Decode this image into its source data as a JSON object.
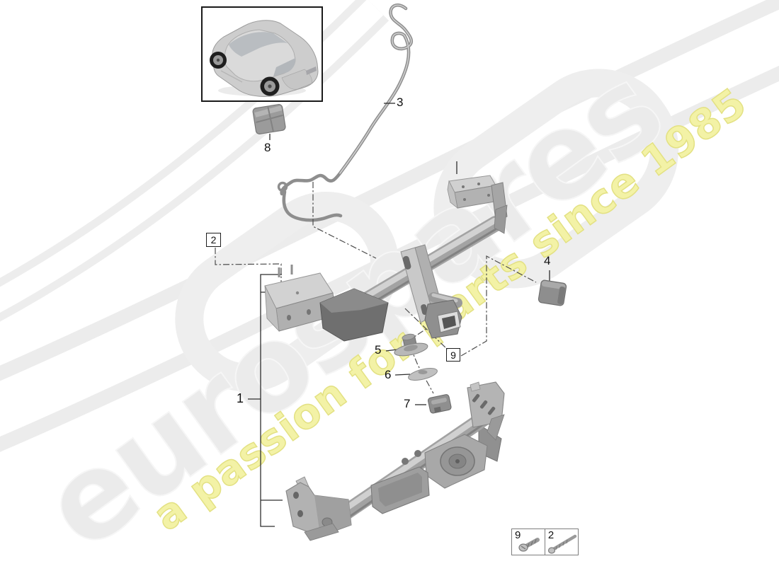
{
  "watermark": {
    "brand": "eurospares",
    "tagline": "a passion for parts since 1985",
    "brand_color": "#ebebeb",
    "tagline_fill": "#f3f2a6",
    "tagline_outline": "#e3e183"
  },
  "callouts": {
    "part1": "1",
    "part2": "2",
    "part3": "3",
    "part4": "4",
    "part5": "5",
    "part6": "6",
    "part7": "7",
    "part8": "8",
    "part9": "9"
  },
  "legend": {
    "item1": {
      "label": "9",
      "icon": "short-hex-bolt-icon"
    },
    "item2": {
      "label": "2",
      "icon": "long-hex-bolt-icon"
    }
  },
  "icons": {
    "vehicle_thumbnail": "car-rear-three-quarter-view",
    "part3_shape": "release-cable-with-hook",
    "part4_shape": "receiver-cover-cap",
    "part8_shape": "control-module"
  },
  "colors": {
    "leader_line": "#2e2e2e",
    "dash_dot_line": "#4d4d4d",
    "metal_light": "#d2d2d2",
    "metal_mid": "#a8a8a8",
    "metal_dark": "#6f6f6f",
    "thumbnail_border": "#1a1a1a"
  }
}
